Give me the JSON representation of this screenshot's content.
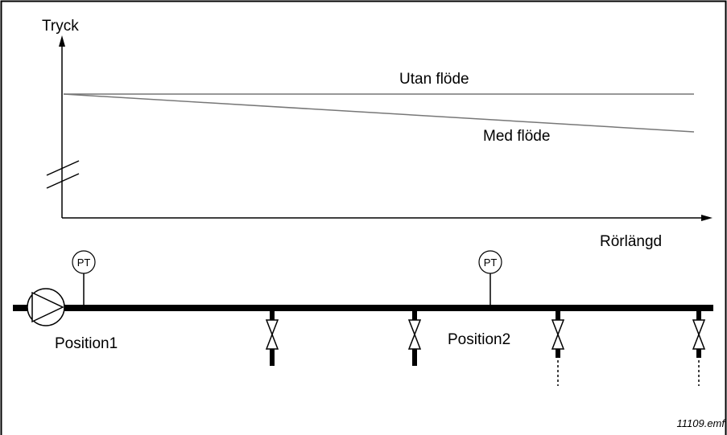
{
  "diagram": {
    "y_axis_label": "Tryck",
    "x_axis_label": "Rörlängd",
    "curves": [
      {
        "label": "Utan flöde"
      },
      {
        "label": "Med flöde"
      }
    ],
    "sensors": [
      {
        "label": "PT"
      },
      {
        "label": "PT"
      }
    ],
    "positions": [
      {
        "label": "Position1"
      },
      {
        "label": "Position2"
      }
    ],
    "file_name": "11109.emf"
  },
  "colors": {
    "line": "#000000",
    "curve": "#777777",
    "background": "#ffffff"
  }
}
